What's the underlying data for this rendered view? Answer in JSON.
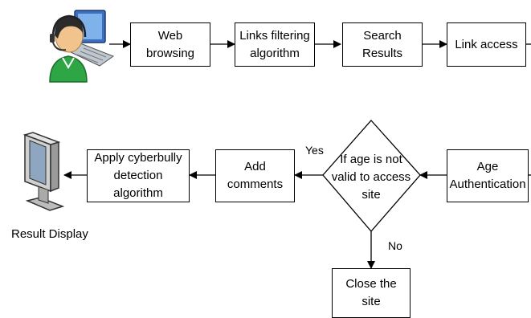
{
  "nodes": {
    "web_browsing": "Web browsing",
    "links_filtering": "Links filtering\nalgorithm",
    "search_results": "Search\nResults",
    "link_access": "Link access",
    "age_authentication": "Age\nAuthentication",
    "age_decision": "If age is not\nvalid to access\nsite",
    "add_comments": "Add\ncomments",
    "apply_cyberbully": "Apply cyberbully\ndetection algorithm",
    "close_site": "Close the site",
    "result_display": "Result Display"
  },
  "edge_labels": {
    "yes": "Yes",
    "no": "No"
  },
  "icons": {
    "user": "user-at-laptop-icon",
    "monitor": "computer-monitor-icon"
  }
}
